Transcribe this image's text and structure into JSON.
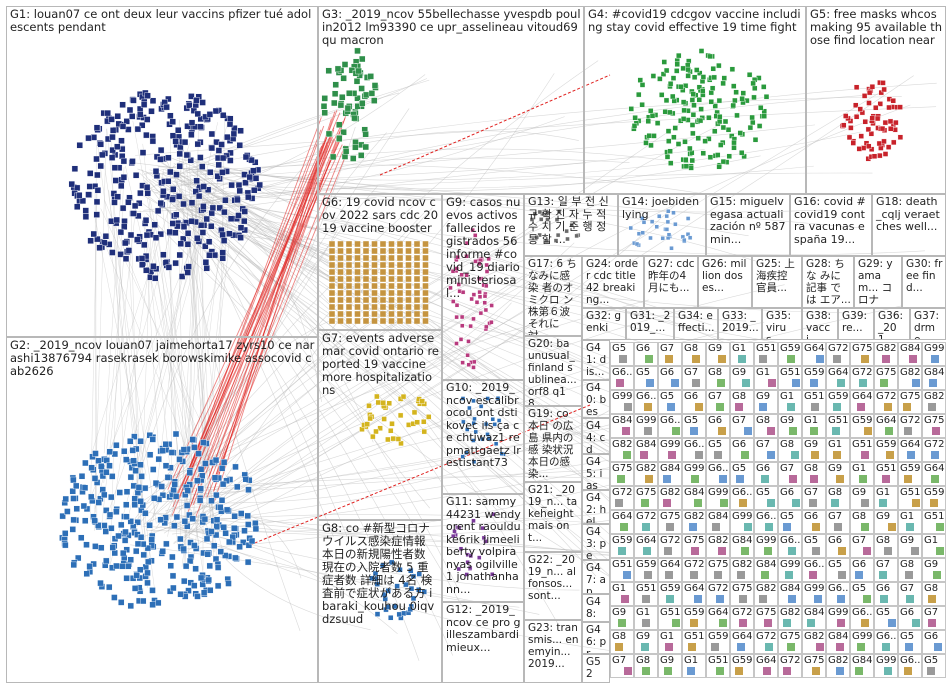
{
  "groups": {
    "g1": "G1: louan07 ce ont deux leur vaccins pfizer tué adolescents pendant",
    "g2": "G2: _2019_ncov louan07 jaimehorta17 zyrs10 ce narashi13876794 rasekrasek borowskimike assocovid cab2626",
    "g3": "G3: _2019_ncov 55bellechasse yvespdb poulin2012 lm93390 ce upr_asselineau vitoud69 qu macron",
    "g4": "G4: #covid19 cdcgov vaccine including stay covid effective 19 time fight",
    "g5": "G5: free masks whcos making 95 available those find location near",
    "g6": "G6: 19 covid ncov cov 2022 sars cdc 2019 vaccine booster",
    "g7": "G7: events adverse mar covid ontario reported 19 vaccine more hospitalizations",
    "g8": "G8: co #新型コロナウイルス感染症情報 本日の新規陽性者数 現在の入院者数 5 重症者数 詳細は 4名 検査前で症状がある方 ibaraki_kouhou 0iqvdzsuud",
    "g9": "G9: casos nuevos activos fallecidos registrados 56 informe #covid_19 diario ministeriosal...",
    "g10": "G10: _2019_ncov escalibrocou ont dstikovec ils ça ce chtiwaz1 repmattgaetz lrestistant73",
    "g11": "G11: sammy44231 wendyorent raoulduke6rik jimeeliberty volpiranyas ogilville1 jonathanhann...",
    "g12": "G12: _2019_ncov ce pro gilleszambardi mieux...",
    "g13": "G13: 일 부 전 신 규 확 진 자 누 적 수 치 기 준 행 정 통 합 ...",
    "g14": "G14: joebiden lying",
    "g15": "G15: miguelvegasa actualización nº 587 min...",
    "g16": "G16: covid #covid19 contra vacunas españa 19...",
    "g17": "G17: 6 ち なみに感染 者のオミクロ ン株第６波 それに対...",
    "g18": "G18: death _cqlj veraetches well...",
    "g19": "G19: co 本日 の広島 県内の感 染状況 本日の感染...",
    "g20": "G20: ba unusual_ finland sublinea... orf8 q18...",
    "g21": "G21: _2019_n... takeheight mais ont...",
    "g22": "G22: _2019_n... alfonsos... sont...",
    "g23": "G23: transmis... enemyin... 2019...",
    "g24": "G24: order cdc title 42 breaking...",
    "g25": "G25: 上 海疾控 官員...",
    "g26": "G26: million doses...",
    "g27": "G27: cdc 昨年の4 月にも...",
    "g28": "G28: ちな みに記事 では エア...",
    "g29": "G29: yamam... コロナは...",
    "g30": "G30: free find...",
    "g31": "G31: _2019_...",
    "g32": "G32: genki",
    "g33": "G33: _2019...",
    "g34": "G34: effecti...",
    "g35": "G35: virus...",
    "g36": "G36: _201...",
    "g37": "G37: drme...",
    "g38": "G38: vacci...",
    "g39": "G39: re...",
    "g40": "G40: best...",
    "g41": "G41: dis...",
    "g42": "G42: hell...",
    "g43": "G43: peo...",
    "g44": "G44: cdc...",
    "g45": "G45: iasr...",
    "g46": "G46: pr...",
    "g47": "G47: aph...",
    "g48": "G48: ...",
    "g52": "G52"
  },
  "small_grid_labels": [
    "G5",
    "G6",
    "G7",
    "G8",
    "G9",
    "G1",
    "G51",
    "G59",
    "G64",
    "G72",
    "G75",
    "G82",
    "G84",
    "G99",
    "G6..."
  ],
  "colors": {
    "edge": "#b9b9b9",
    "edge_highlight": "#e0201e",
    "g1_nodes": "#1f2f7a",
    "g2_nodes": "#2d6fb7",
    "g3_nodes": "#2f8f4a",
    "g4_nodes": "#2a9a3c",
    "g5_nodes": "#c8222a",
    "g6_nodes": "#c59440",
    "g7_nodes": "#d4b41e",
    "g9_nodes": "#b83a7e",
    "grid_nodes": "#6a9ad2"
  }
}
